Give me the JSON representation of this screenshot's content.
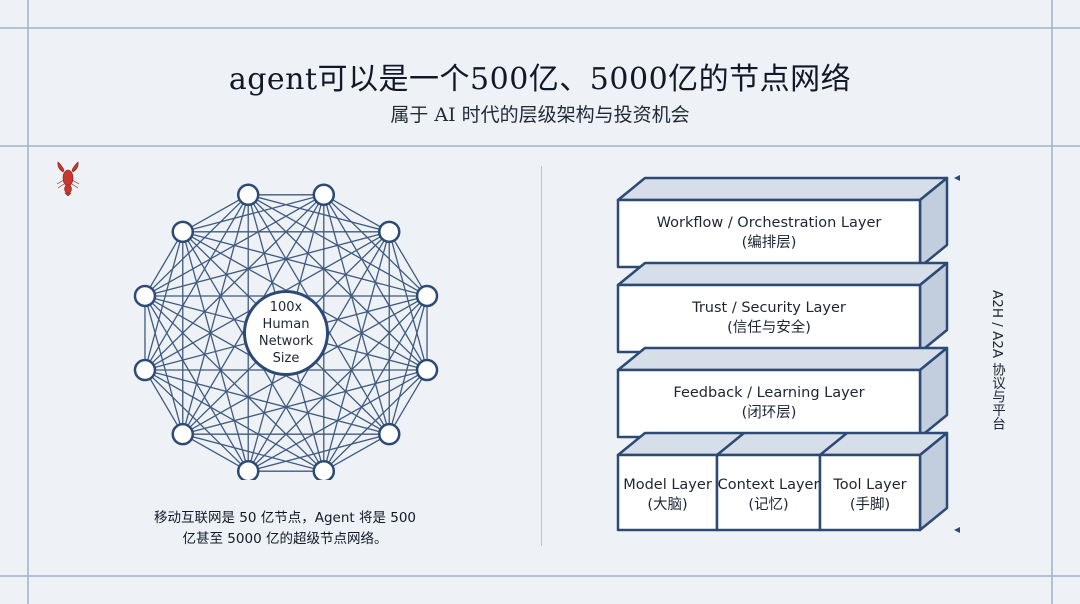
{
  "header": {
    "title": "agent可以是一个500亿、5000亿的节点网络",
    "subtitle": "属于 AI 时代的层级架构与投资机会"
  },
  "network": {
    "hub_lines": [
      "100x",
      "Human",
      "Network",
      "Size"
    ],
    "caption_line1": "移动互联网是 50 亿节点，Agent 将是 500",
    "caption_line2": "亿甚至 5000 亿的超级节点网络。"
  },
  "stack": {
    "layers": [
      {
        "title": "Workflow / Orchestration Layer",
        "subtitle": "(编排层)"
      },
      {
        "title": "Trust / Security Layer",
        "subtitle": "(信任与安全)"
      },
      {
        "title": "Feedback / Learning Layer",
        "subtitle": "(闭环层)"
      }
    ],
    "base": [
      {
        "title": "Model Layer",
        "subtitle": "(大脑)"
      },
      {
        "title": "Context Layer",
        "subtitle": "(记忆)"
      },
      {
        "title": "Tool Layer",
        "subtitle": "(手脚)"
      }
    ],
    "axis_label": "A2H / A2A 协议与平台"
  },
  "colors": {
    "line": "#2c4a73",
    "node_fill": "#ffffff",
    "face_top": "#d6deea",
    "face_side": "#c2cddd",
    "face_front": "#ffffff"
  },
  "icons": {
    "logo": "lobster-icon"
  }
}
